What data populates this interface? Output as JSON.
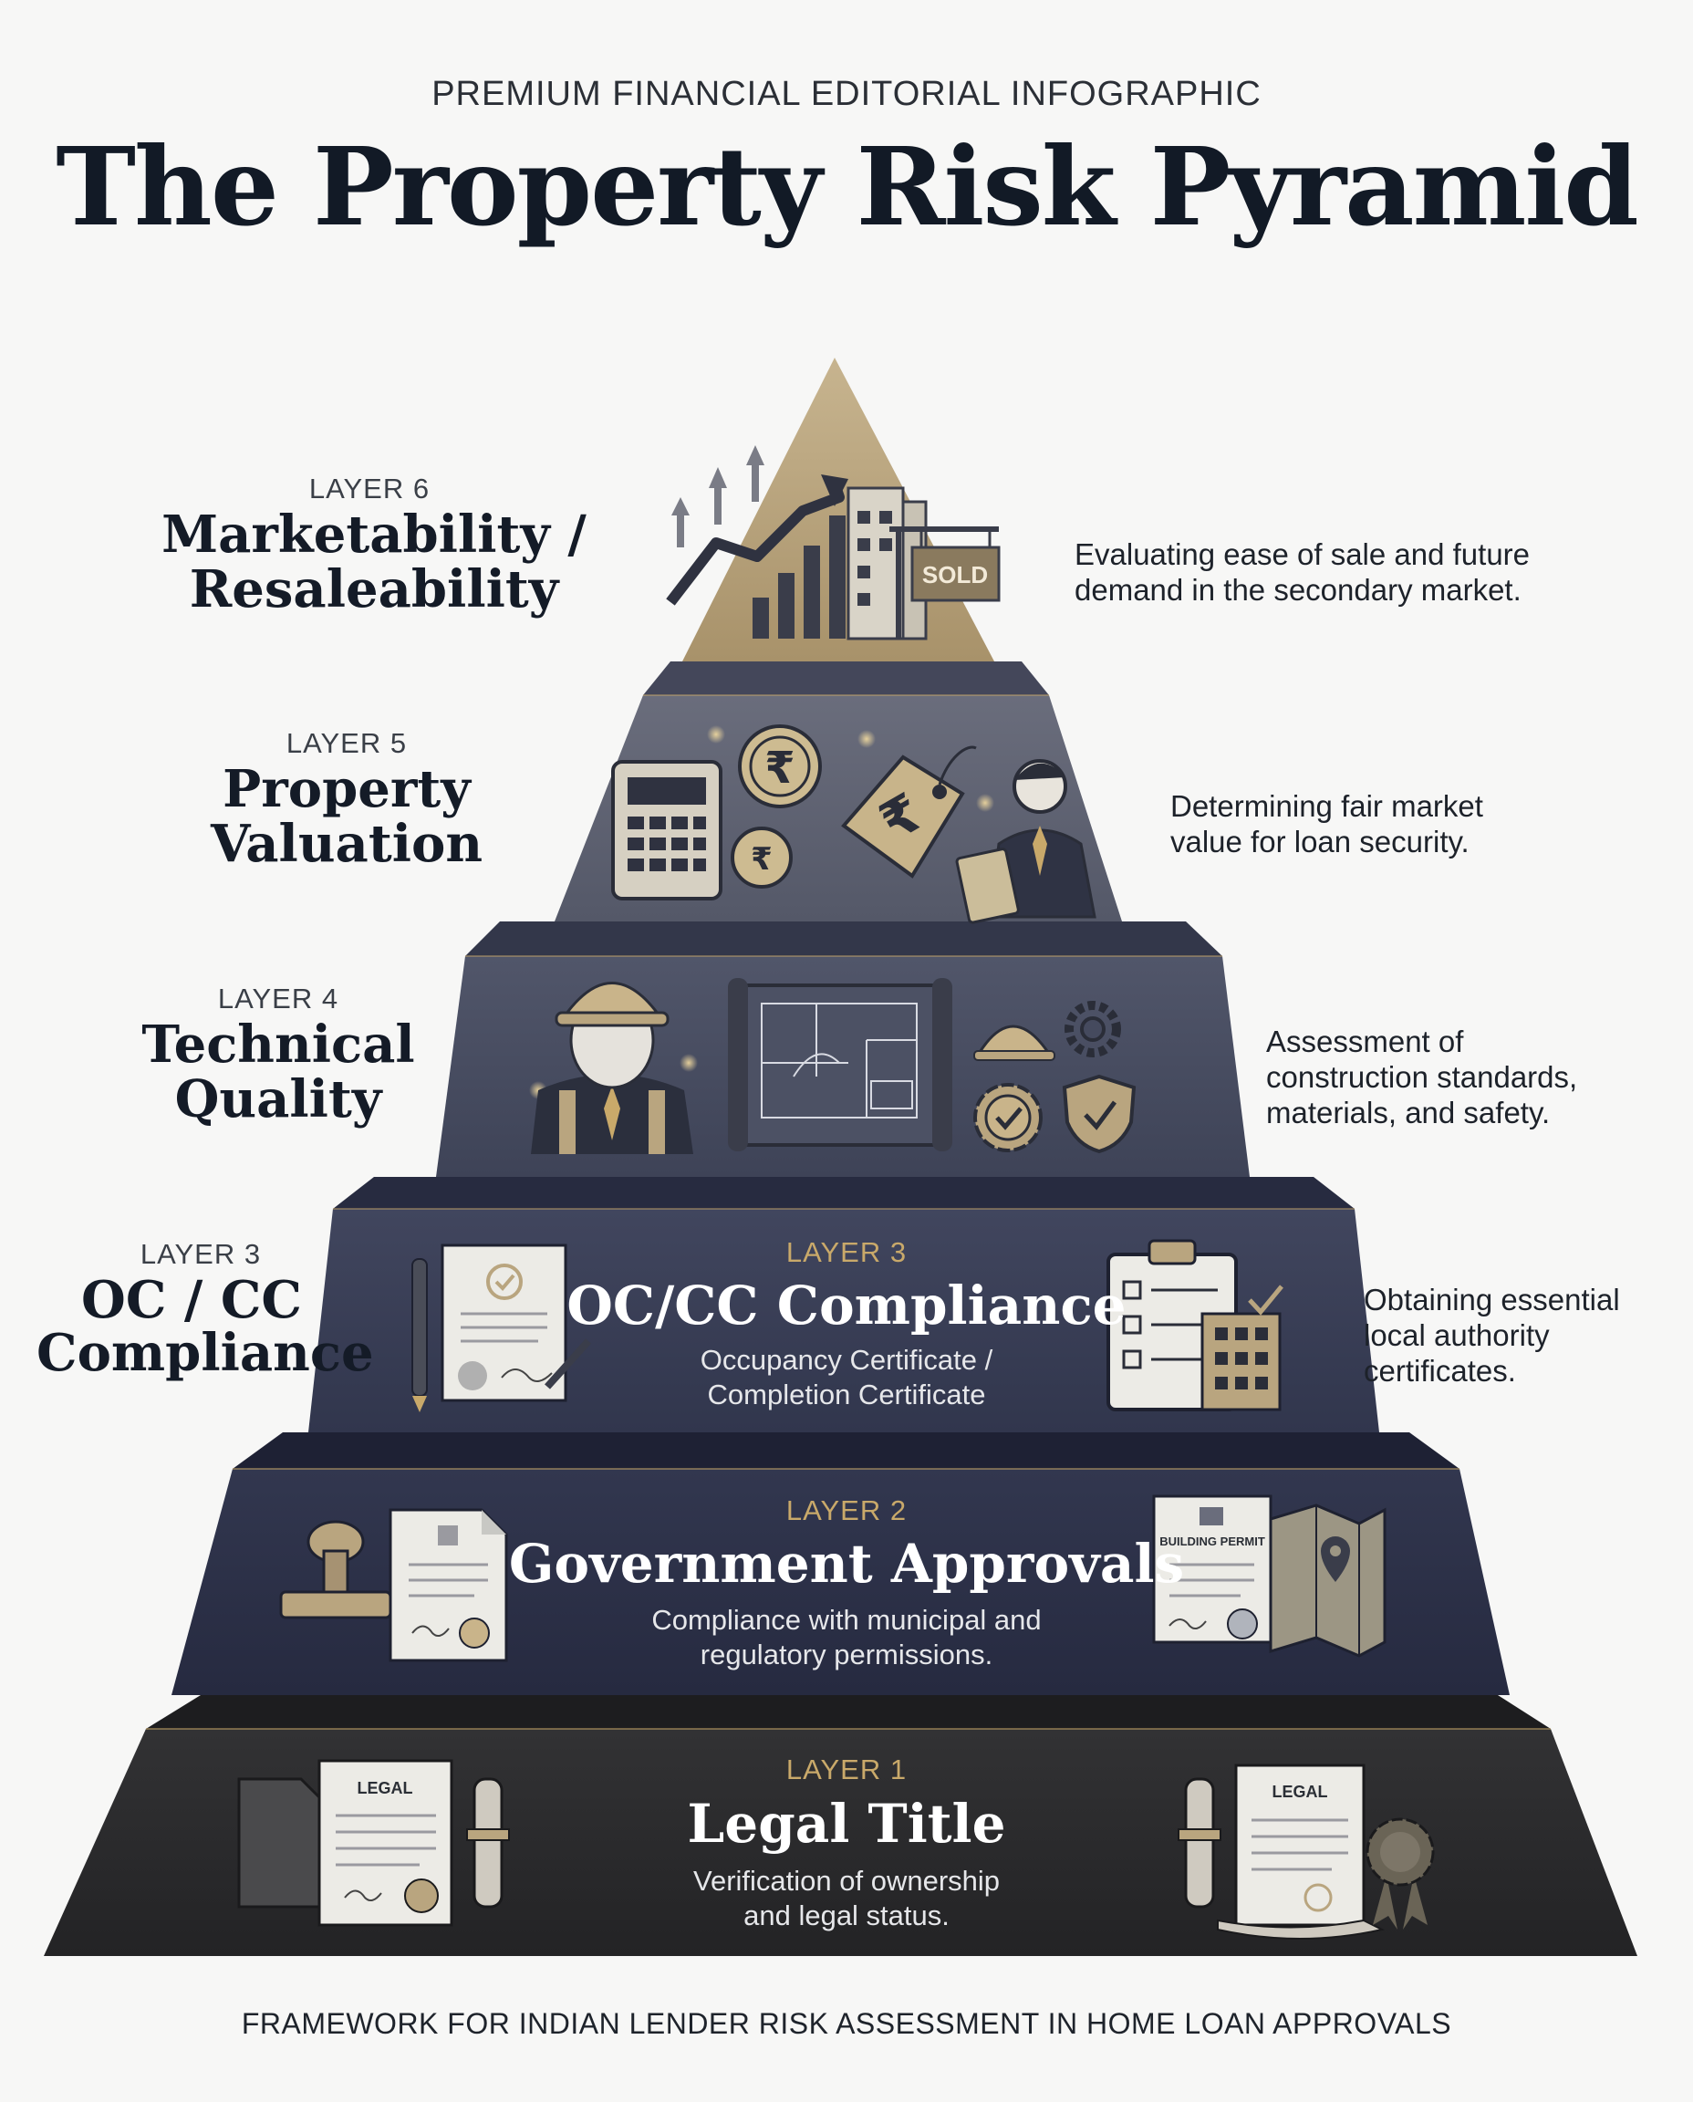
{
  "header": {
    "kicker": "PREMIUM FINANCIAL EDITORIAL INFOGRAPHIC",
    "title": "The Property Risk Pyramid"
  },
  "layers": {
    "l6": {
      "tag": "LAYER 6",
      "name_line1": "Marketability /",
      "name_line2": "Resaleability",
      "desc_line1": "Evaluating ease of sale and future",
      "desc_line2": "demand in the secondary market.",
      "sign": "SOLD"
    },
    "l5": {
      "tag": "LAYER 5",
      "name_line1": "Property",
      "name_line2": "Valuation",
      "desc_line1": "Determining fair market",
      "desc_line2": "value for loan security.",
      "currency": "₹"
    },
    "l4": {
      "tag": "LAYER 4",
      "name_line1": "Technical",
      "name_line2": "Quality",
      "desc_line1": "Assessment of",
      "desc_line2": "construction standards,",
      "desc_line3": "materials, and safety."
    },
    "l3": {
      "tag": "LAYER 3",
      "name_line1": "OC / CC",
      "name_line2": "Compliance",
      "inner_title": "OC/CC Compliance",
      "inner_sub_line1": "Occupancy Certificate /",
      "inner_sub_line2": "Completion Certificate",
      "desc_line1": "Obtaining essential",
      "desc_line2": "local authority",
      "desc_line3": "certificates."
    },
    "l2": {
      "tag": "LAYER 2",
      "inner_title": "Government Approvals",
      "inner_sub_line1": "Compliance with municipal and",
      "inner_sub_line2": "regulatory permissions.",
      "permit_label": "BUILDING PERMIT"
    },
    "l1": {
      "tag": "LAYER 1",
      "inner_title": "Legal Title",
      "inner_sub_line1": "Verification of ownership",
      "inner_sub_line2": "and legal status.",
      "doc_label": "LEGAL"
    }
  },
  "footer": {
    "text": "FRAMEWORK FOR INDIAN LENDER RISK ASSESSMENT IN HOME LOAN APPROVALS"
  },
  "colors": {
    "gold": "#c9a96a",
    "apex": "#b9a57f",
    "layer5": "#5d6070",
    "layer4": "#454a5e",
    "layer3": "#383d55",
    "layer2": "#2b2f47",
    "layer1": "#2a2a2c"
  }
}
